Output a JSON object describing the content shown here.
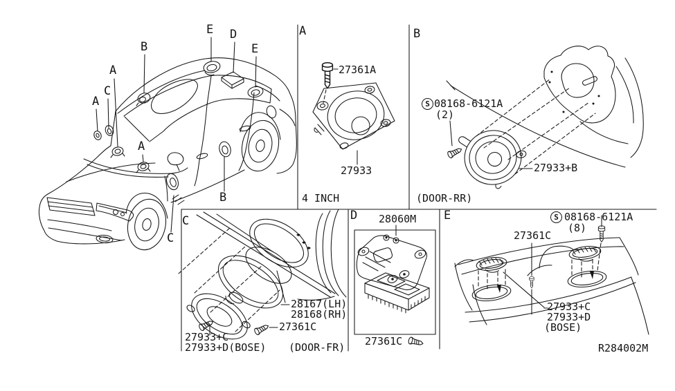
{
  "diagram": {
    "colors": {
      "background": "#ffffff",
      "ink": "#141414"
    },
    "drawing_number": "R284002M",
    "car": {
      "callouts": {
        "a1": "A",
        "a2": "A",
        "a3": "A",
        "b_roof": "B",
        "b_door": "B",
        "c_dash": "C",
        "c_door": "C",
        "d_amp": "D",
        "e_left": "E",
        "e_right": "E"
      }
    },
    "section_a": {
      "label": "A",
      "screw_part": "27361A",
      "speaker_part": "27933",
      "caption": "4 INCH"
    },
    "section_b": {
      "label": "B",
      "hardware_symbol": "S",
      "hardware_part": "08168-6121A",
      "hardware_qty": "(2)",
      "speaker_part": "27933+B",
      "caption": "(DOOR-RR)"
    },
    "section_c": {
      "label": "C",
      "grille_lh": "28167(LH)",
      "grille_rh": "28168(RH)",
      "screw_part": "27361C",
      "speaker_part": "27933+C",
      "speaker_part_bose": "27933+D(BOSE)",
      "caption": "(DOOR-FR)"
    },
    "section_d": {
      "label": "D",
      "amplifier_part": "28060M",
      "screw_part": "27361C"
    },
    "section_e": {
      "label": "E",
      "hardware_symbol": "S",
      "hardware_part": "08168-6121A",
      "hardware_qty": "(8)",
      "screw_part": "27361C",
      "speaker_part": "27933+C",
      "speaker_part_bose": "27933+D",
      "bose_note": "(BOSE)"
    }
  }
}
